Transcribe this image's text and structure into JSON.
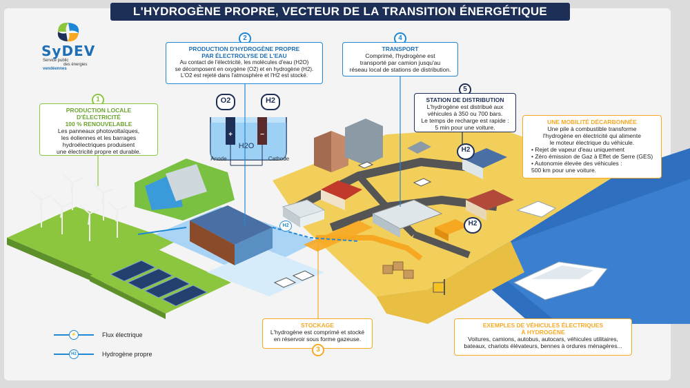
{
  "title": "L'HYDROGÈNE PROPRE, VECTEUR DE LA TRANSITION ÉNERGÉTIQUE",
  "logo": {
    "name": "SyDEV",
    "tagline": [
      "Service public",
      "des énergies",
      "vendéennes"
    ]
  },
  "steps": [
    {
      "number": "1",
      "title": "PRODUCTION LOCALE D'ÉLECTRICITÉ\n100 % RENOUVELABLE",
      "text": "Les panneaux photovoltaïques,\nles éoliennes et les barrages\nhydroélectriques produisent\nune électricité propre et durable.",
      "color": "#8cc63f"
    },
    {
      "number": "2",
      "title": "PRODUCTION D'HYDROGÈNE PROPRE\nPAR ÉLECTROLYSE DE L'EAU",
      "text": "Au contact de l'électricité, les molécules d'eau (H2O)\nse décomposent en oxygène (O2) et en hydrogène (H2).\nL'O2 est rejeté dans l'atmosphère et l'H2 est stocké.",
      "color": "#1e88d6"
    },
    {
      "number": "3",
      "title": "STOCKAGE",
      "text": "L'hydrogène est comprimé et stocké\nen réservoir sous forme gazeuse.",
      "color": "#f7a823"
    },
    {
      "number": "4",
      "title": "TRANSPORT",
      "text": "Comprimé, l'hydrogène est\ntransporté par camion jusqu'au\nréseau local de stations de distribution.",
      "color": "#1e88d6"
    },
    {
      "number": "5",
      "title": "STATION DE DISTRIBUTION",
      "text": "L'hydrogène est distribué aux\nvéhicules à 350 ou 700 bars.\nLe temps de recharge est rapide :\n5 min pour une voiture.",
      "color": "#1d2f57"
    }
  ],
  "mobility": {
    "title": "UNE MOBILITÉ DÉCARBONNÉE",
    "text": "Une pile à combustible transforme\nl'hydrogène en électricité qui alimente\nle moteur électrique du véhicule.",
    "bullets": [
      "• Rejet de vapeur d'eau uniquement",
      "• Zéro émission de Gaz à Effet de Serre (GES)",
      "• Autonomie élevée des véhicules :\n   500 km pour une voiture."
    ],
    "color": "#f7a823"
  },
  "examples": {
    "title": "EXEMPLES DE VÉHICULES ÉLECTRIQUES\nÀ HYDROGÈNE",
    "text": "Voitures, camions, autobus, autocars, véhicules utilitaires,\nbateaux, chariots élévateurs, bennes à ordures ménagères...",
    "color": "#f7a823"
  },
  "electrolysis": {
    "o2": "O2",
    "h2": "H2",
    "water": "H2O",
    "anode": "Anode",
    "cathode": "Cathode",
    "plus": "+",
    "minus": "−"
  },
  "h2_badges": [
    "H2",
    "H2",
    "H2"
  ],
  "legend": [
    {
      "label": "Flux électrique",
      "symbol": "bolt-icon"
    },
    {
      "label": "Hydrogène propre",
      "symbol": "H2"
    }
  ],
  "colors": {
    "navy": "#1d2f57",
    "blue": "#1e88d6",
    "green": "#8cc63f",
    "orange": "#f7a823",
    "sea": "#2f6fc0",
    "ground": "#f2cf5b"
  }
}
